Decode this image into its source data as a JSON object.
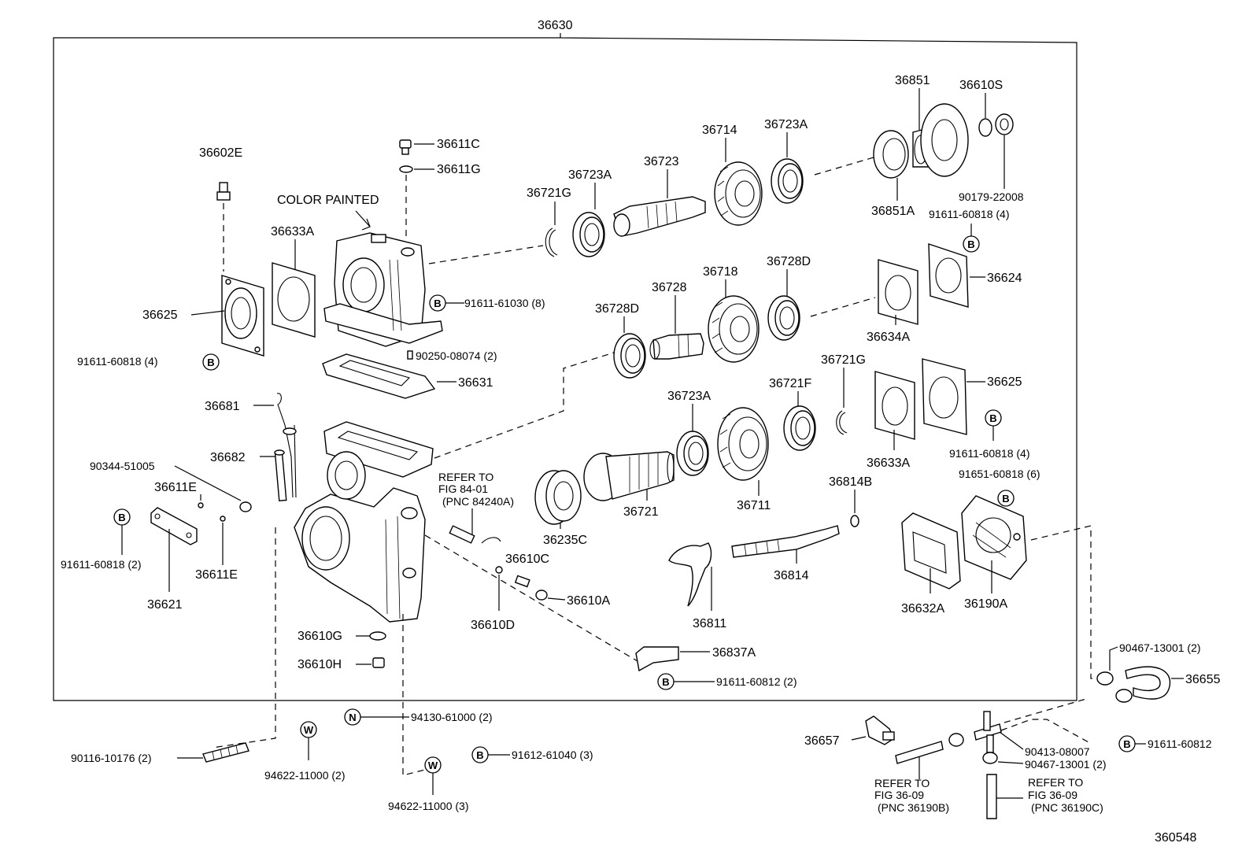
{
  "assembly_label": "36630",
  "figure_id": "360548",
  "color_note": "COLOR PAINTED",
  "parts": {
    "p36602E": "36602E",
    "p36611C": "36611C",
    "p36611G": "36611G",
    "p36633A_top": "36633A",
    "p36625_left": "36625",
    "p91611_60818_4_left": "91611-60818 (4)",
    "p91611_61030": "91611-61030 (8)",
    "p90250_08074": "90250-08074 (2)",
    "p36631": "36631",
    "p36681": "36681",
    "p36682": "36682",
    "p90344_51005": "90344-51005",
    "p36611E_top": "36611E",
    "p36611E_bottom": "36611E",
    "p91611_60818_2": "91611-60818 (2)",
    "p36621": "36621",
    "p36721G_top": "36721G",
    "p36723A_left": "36723A",
    "p36723": "36723",
    "p36714": "36714",
    "p36723A_right": "36723A",
    "p36851": "36851",
    "p36610S": "36610S",
    "p36851A": "36851A",
    "p90179_22008": "90179-22008",
    "p91611_60818_4_right": "91611-60818 (4)",
    "p36624": "36624",
    "p36634A": "36634A",
    "p36728D_left": "36728D",
    "p36728": "36728",
    "p36718": "36718",
    "p36728D_right": "36728D",
    "p36721G_mid": "36721G",
    "p36723A_mid": "36723A",
    "p36721F": "36721F",
    "p36625_right": "36625",
    "p91611_60818_4_lower": "91611-60818 (4)",
    "p36633A_right": "36633A",
    "p91651_60818": "91651-60818 (6)",
    "p36814B": "36814B",
    "p36235C": "36235C",
    "p36721": "36721",
    "p36711": "36711",
    "p36814": "36814",
    "p36811": "36811",
    "p36632A": "36632A",
    "p36190A": "36190A",
    "p36610C": "36610C",
    "p36610A": "36610A",
    "p36610D": "36610D",
    "p36610G": "36610G",
    "p36610H": "36610H",
    "p36837A": "36837A",
    "p91611_60812_2": "91611-60812 (2)",
    "p90467_13001_top": "90467-13001 (2)",
    "p36655": "36655",
    "p36657": "36657",
    "p90413_08007": "90413-08007",
    "p91611_60812_right": "91611-60812",
    "p90467_13001_bottom": "90467-13001 (2)",
    "p94130_61000": "94130-61000 (2)",
    "p90116_10176": "90116-10176 (2)",
    "p94622_11000_2": "94622-11000 (2)",
    "p91612_61040": "91612-61040 (3)",
    "p94622_11000_3": "94622-11000 (3)"
  },
  "refer_notes": {
    "fig84": [
      "REFER TO",
      "FIG 84-01",
      "(PNC 84240A)"
    ],
    "fig36b": [
      "REFER TO",
      "FIG 36-09",
      "(PNC 36190B)"
    ],
    "fig36c": [
      "REFER TO",
      "FIG 36-09",
      "(PNC 36190C)"
    ]
  },
  "symbols": {
    "bolt": "B",
    "nut": "N",
    "washer": "W"
  }
}
